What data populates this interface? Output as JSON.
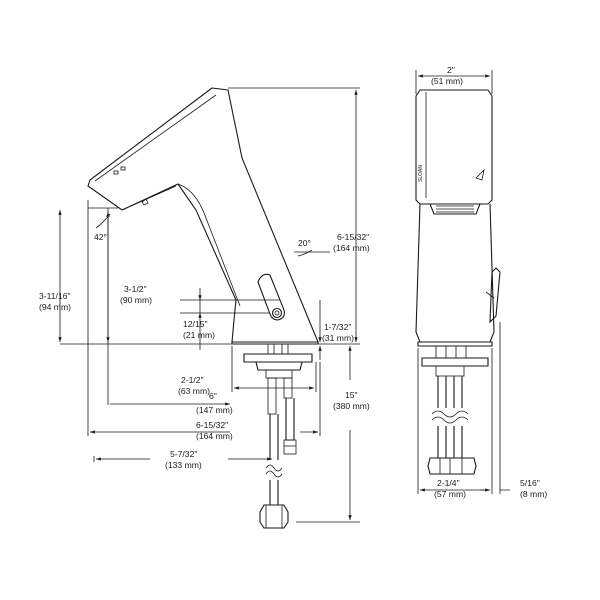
{
  "title": "",
  "left_view": {
    "dims": {
      "angle_spout": "42°",
      "angle_body": "20°",
      "height_total_in": "6-15/32\"",
      "height_total_mm": "(164 mm)",
      "height_spout_in": "3-11/16\"",
      "height_spout_mm": "(94 mm)",
      "height_outlet_in": "3-1/2\"",
      "height_outlet_mm": "(90 mm)",
      "lever_in": "12/15\"",
      "lever_mm": "(21 mm)",
      "base_in": "1-7/32\"",
      "base_mm": "(31 mm)",
      "shank_in": "2-1/2\"",
      "shank_mm": "(63 mm)",
      "reach6_in": "6\"",
      "reach6_mm": "(147 mm)",
      "reach_total_in": "6-15/32\"",
      "reach_total_mm": "(164 mm)",
      "reach_outlet_in": "5-7/32\"",
      "reach_outlet_mm": "(133 mm)",
      "supply_in": "15\"",
      "supply_mm": "(380 mm)"
    }
  },
  "right_view": {
    "dims": {
      "width_in": "2\"",
      "width_mm": "(51 mm)",
      "base_w_in": "2-1/4\"",
      "base_w_mm": "(57 mm)",
      "gap_in": "5/16\"",
      "gap_mm": "(8 mm)"
    },
    "brand_mark": "SLOAN"
  }
}
